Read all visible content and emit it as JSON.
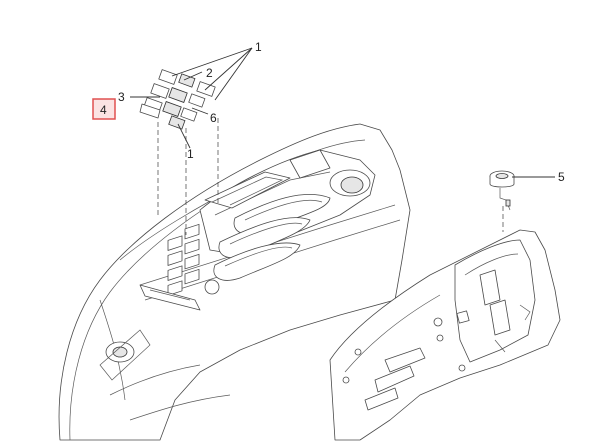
{
  "callouts": {
    "c1_top": "1",
    "c2": "2",
    "c3": "3",
    "c4": "4",
    "c5": "5",
    "c6": "6",
    "c1_bottom": "1"
  },
  "colors": {
    "highlight": "#e05050",
    "highlight_fill": "#fbe3e3",
    "line": "#333333"
  }
}
